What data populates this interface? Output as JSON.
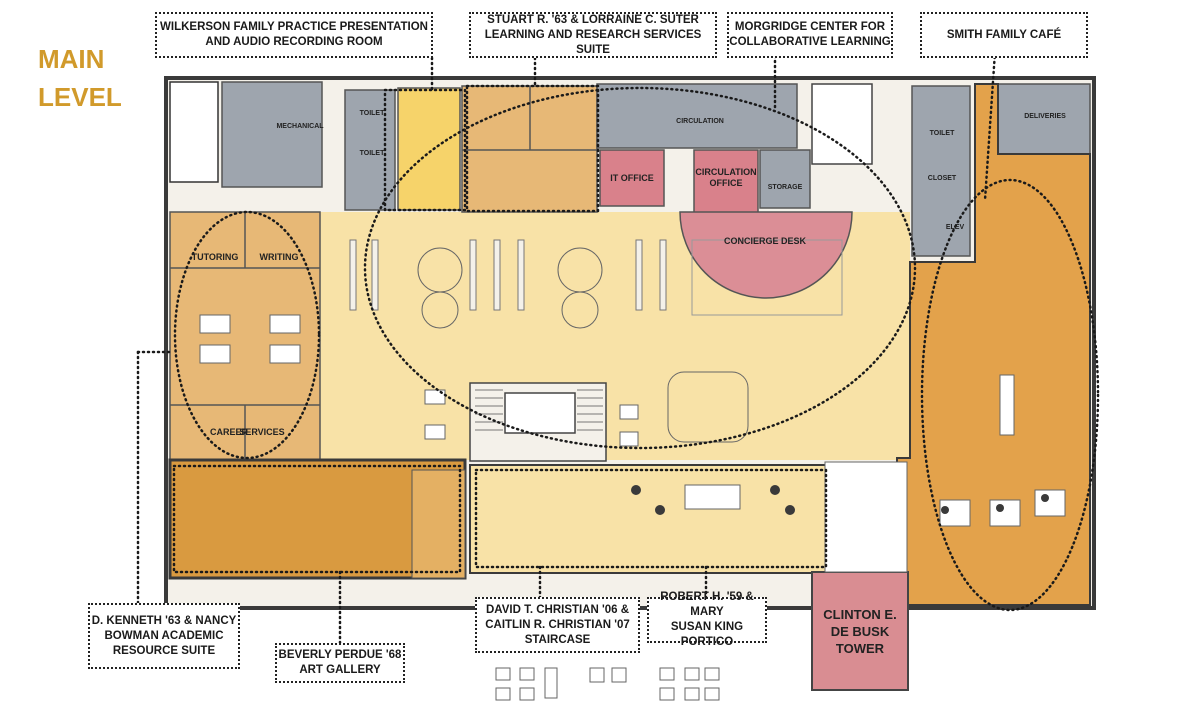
{
  "title": {
    "line1": "MAIN",
    "line2": "LEVEL"
  },
  "colors": {
    "title": "#D19A2B",
    "open_floor": "#F8E2A7",
    "academic_suite": "#E7B876",
    "gallery": "#D99A40",
    "cafe": "#E3A24B",
    "service": "#9EA5AE",
    "office_red": "#D9818B",
    "concierge": "#DB8E96",
    "tower": "#D98D92",
    "recording_room": "#F6D36A",
    "walls": "#3A3A3A"
  },
  "callouts": {
    "wilkerson": [
      "WILKERSON FAMILY PRACTICE PRESENTATION",
      "AND AUDIO RECORDING ROOM"
    ],
    "suter": [
      "STUART R. '63 & LORRAINE C. SUTER",
      "LEARNING AND RESEARCH SERVICES SUITE"
    ],
    "morgridge": [
      "MORGRIDGE CENTER FOR",
      "COLLABORATIVE LEARNING"
    ],
    "smith": [
      "SMITH FAMILY CAFÉ"
    ],
    "bowman": [
      "D. KENNETH '63 & NANCY",
      "BOWMAN ACADEMIC",
      "RESOURCE SUITE"
    ],
    "perdue": [
      "BEVERLY PERDUE '68",
      "ART GALLERY"
    ],
    "christian": [
      "DAVID T. CHRISTIAN '06 &",
      "CAITLIN R. CHRISTIAN '07",
      "STAIRCASE"
    ],
    "king": [
      "ROBERT H. '59 & MARY",
      "SUSAN KING PORTICO"
    ]
  },
  "rooms": {
    "mechanical": "MECHANICAL",
    "toilet_1": "TOILET",
    "toilet_2": "TOILET",
    "circulation": "CIRCULATION",
    "it_office": "IT OFFICE",
    "circulation_office_1": "CIRCULATION",
    "circulation_office_2": "OFFICE",
    "storage": "STORAGE",
    "concierge": "CONCIERGE DESK",
    "toilet_3": "TOILET",
    "closet": "CLOSET",
    "elev": "ELEV",
    "deliveries": "DELIVERIES",
    "tutoring": "TUTORING",
    "writing": "WRITING",
    "career": "CAREER",
    "services": "SERVICES",
    "tower_1": "CLINTON E.",
    "tower_2": "DE BUSK",
    "tower_3": "TOWER"
  }
}
